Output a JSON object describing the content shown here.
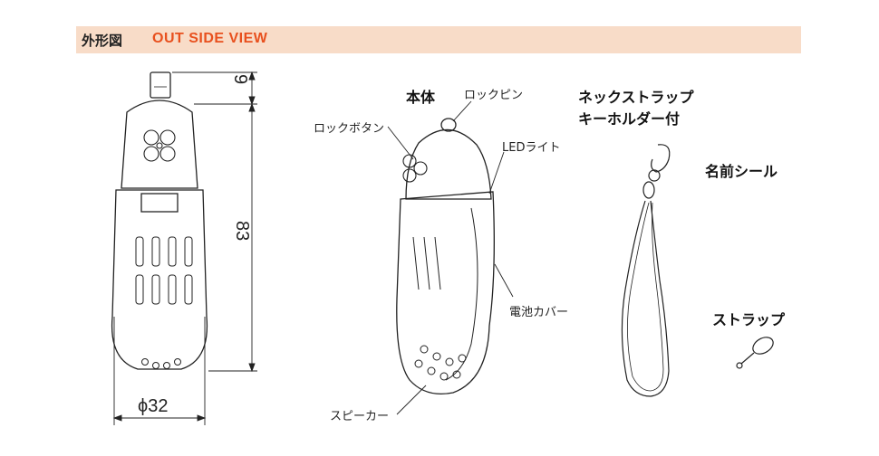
{
  "header": {
    "title_jp": "外形図",
    "title_en": "OUT SIDE VIEW",
    "accent_color": "#e8501e",
    "band_color": "#f8dcc8"
  },
  "dimensions": {
    "top": "9",
    "height": "83",
    "diameter": "ϕ32"
  },
  "body_section": {
    "title": "本体",
    "lock_pin": "ロックピン",
    "lock_button": "ロックボタン",
    "led_light": "LEDライト",
    "battery_cover": "電池カバー",
    "speaker": "スピーカー"
  },
  "neck_strap": {
    "title_line1": "ネックストラップ",
    "title_line2": "キーホルダー付"
  },
  "name_seal": {
    "title": "名前シール"
  },
  "strap": {
    "title": "ストラップ"
  }
}
